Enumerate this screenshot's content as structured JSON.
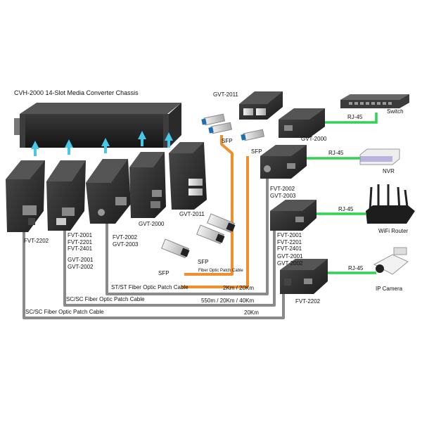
{
  "title": "CVH-2000  14-Slot Media Converter Chassis",
  "converters": {
    "fvt2202_left": "FVT-2202",
    "fvt2001_group_left": "FVT-2001\nFVT-2201\nFVT-2401",
    "gvt2001_group_left": "GVT-2001\nGVT-2002",
    "fvt2002_group_left": "FVT-2002\nGVT-2003",
    "gvt2000_left": "GVT-2000",
    "gvt2011_left": "GVT-2011",
    "gvt2011_top": "GVT-2011",
    "gvt2000_right": "GVT-2000",
    "fvt2002_group_right": "FVT-2002\nGVT-2003",
    "fvt2001_group_right": "FVT-2001\nFVT-2201\nFVT-2401",
    "gvt2001_group_right": "GVT-2001\nGVT-2002",
    "fvt2202_right": "FVT-2202"
  },
  "sfp": {
    "sfp_top_left": "SFP",
    "sfp_top_right": "SFP",
    "sfp_bottom_left": "SFP",
    "sfp_bottom_right": "SFP"
  },
  "cables": {
    "fiber_patch": "Fiber Optic Patch Cable",
    "st_st": "ST/ST Fiber Optic Patch Cable",
    "sc_sc_1": "SC/SC Fiber Optic Patch Cable",
    "sc_sc_2": "SC/SC Fiber Optic Patch Cable"
  },
  "distances": {
    "d1": "2Km / 20Km",
    "d2": "550m / 20Km / 40Km",
    "d3": "20Km"
  },
  "rj45": [
    "RJ-45",
    "RJ-45",
    "RJ-45",
    "RJ-45"
  ],
  "devices": {
    "switch": "Switch",
    "nvr": "NVR",
    "wifi_router": "WiFi Router",
    "ip_camera": "IP Camera"
  },
  "colors": {
    "gray_cable": "#8a8a8a",
    "orange_cable": "#f0902c",
    "green_cable": "#2fd352",
    "arrow_cyan": "#46c8e6",
    "device_dark": "#2b2b2b"
  }
}
